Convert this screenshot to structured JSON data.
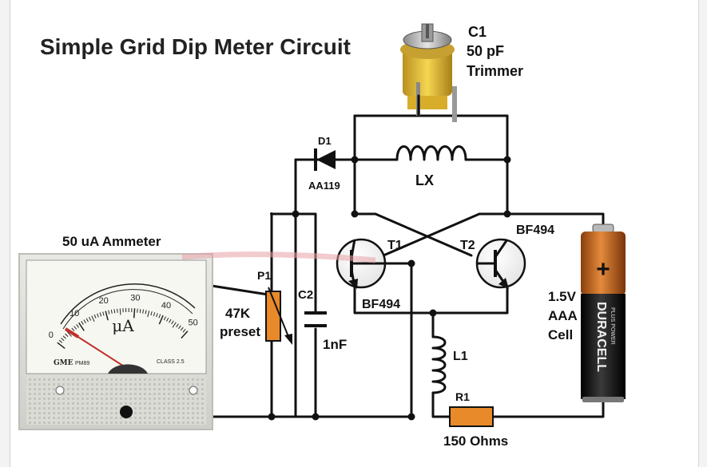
{
  "title": "Simple Grid Dip Meter Circuit",
  "components": {
    "c1": {
      "ref": "C1",
      "value": "50 pF",
      "type": "Trimmer"
    },
    "d1": {
      "ref": "D1",
      "part": "AA119"
    },
    "lx": {
      "ref": "LX"
    },
    "t1": {
      "ref": "T1",
      "part": "BF494"
    },
    "t2": {
      "ref": "T2",
      "part": "BF494"
    },
    "p1": {
      "ref": "P1",
      "value_line1": "47K",
      "value_line2": "preset"
    },
    "c2": {
      "ref": "C2",
      "value": "1nF"
    },
    "l1": {
      "ref": "L1"
    },
    "r1": {
      "ref": "R1",
      "value": "150 Ohms"
    },
    "battery": {
      "line1": "1.5V",
      "line2": "AAA",
      "line3": "Cell",
      "brand": "DURACELL",
      "sub": "PLUS POWER",
      "plus": "+"
    },
    "meter": {
      "label": "50 uA Ammeter",
      "ticks": [
        "0",
        "10",
        "20",
        "30",
        "40",
        "50"
      ],
      "unit": "μA",
      "maker": "GME",
      "model": "PM89",
      "class_text": "CLASS 2.5"
    }
  },
  "colors": {
    "wire": "#111111",
    "resistor": "#e8892a",
    "battery_copper": "#c8651e",
    "battery_black": "#1a1a1a",
    "trimmer_yellow": "#e6c234",
    "meter_face": "#f4f4ef",
    "meter_needle": "#c0302a"
  }
}
